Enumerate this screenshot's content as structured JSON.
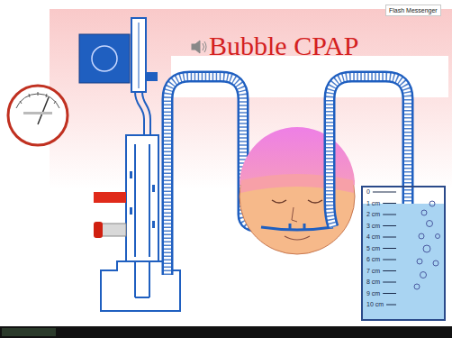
{
  "diagram": {
    "title": "Bubble CPAP",
    "nodes": [
      {
        "text": [
          "Flash Messenger"
        ]
      }
    ],
    "labels": [
      "0",
      "1 cm",
      "2 cm",
      "3 cm",
      "4 cm",
      "5 cm",
      "6 cm",
      "7 cm",
      "8 cm",
      "9 cm",
      "10 cm"
    ]
  }
}
